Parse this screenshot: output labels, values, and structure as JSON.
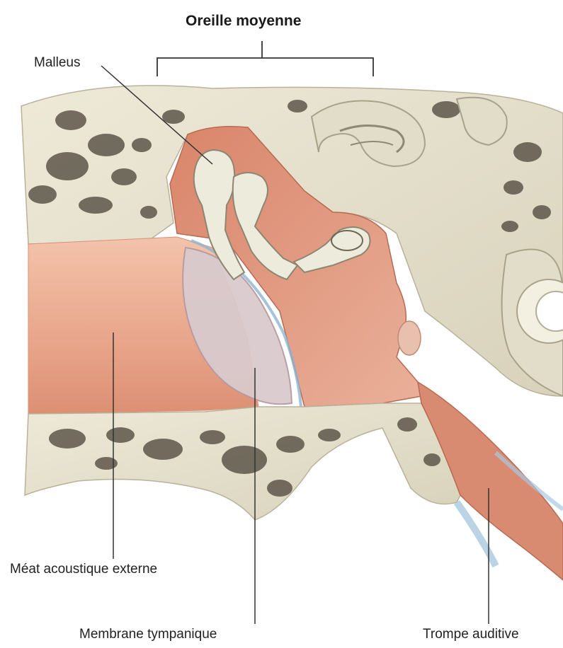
{
  "labels": {
    "title": "Oreille moyenne",
    "malleus": "Malleus",
    "meatus": "Méat acoustique externe",
    "membrane": "Membrane tympanique",
    "tube": "Trompe auditive"
  },
  "colors": {
    "bone": "#e9e4cf",
    "bone_shadow": "#cfc9b2",
    "bone_cavity": "#5d564a",
    "tissue": "#e6a488",
    "tissue_dark": "#c9765d",
    "canal": "#efb9a0",
    "membrane": "#d7c7cb",
    "air_blue": "#a9c8df",
    "ossicle": "#ecebdc",
    "leader_line": "#333333"
  }
}
